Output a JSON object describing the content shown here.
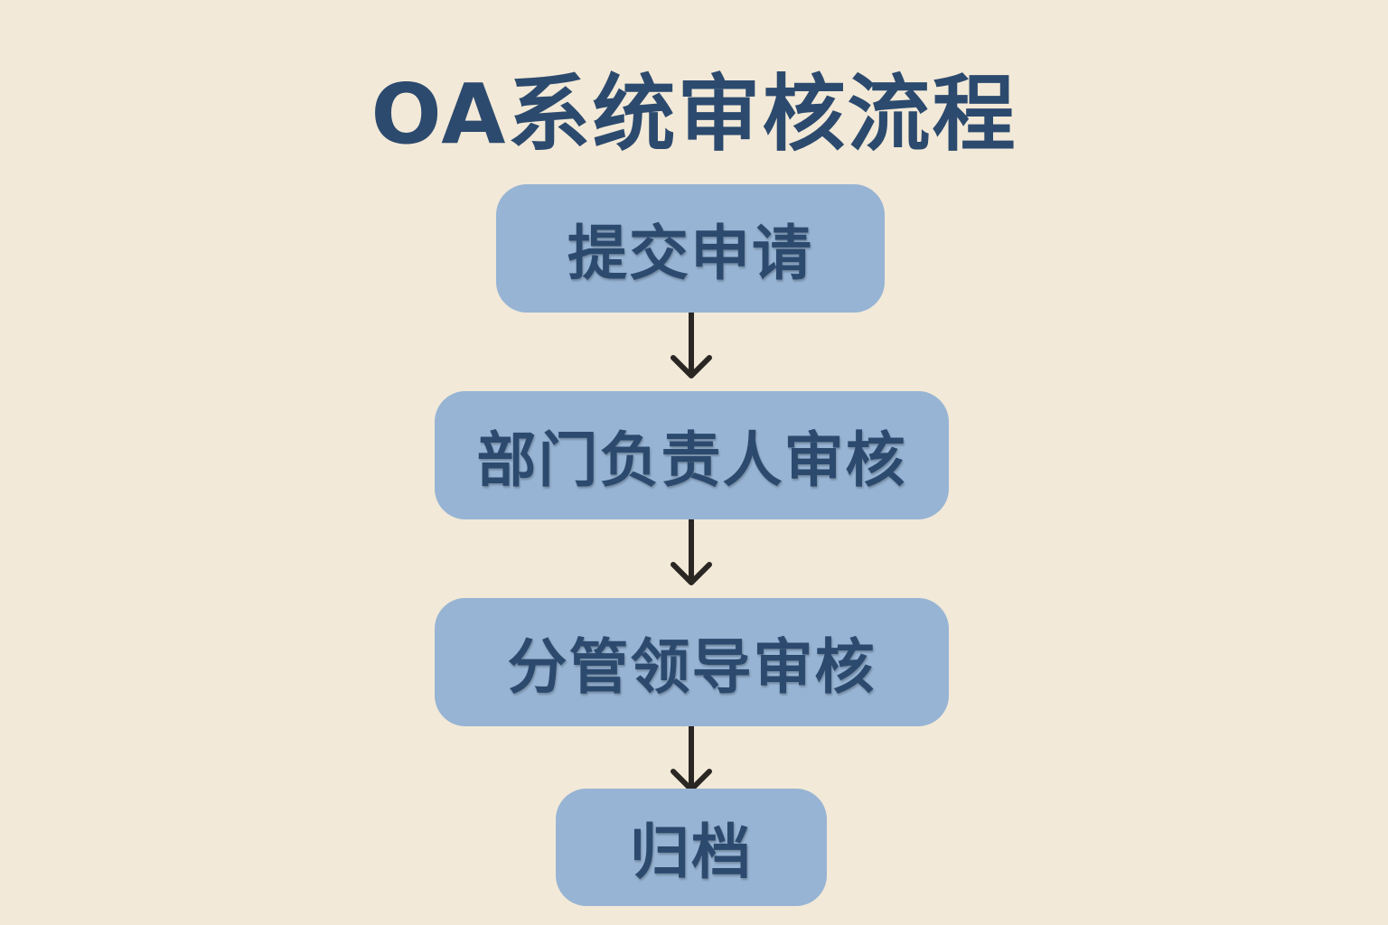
{
  "title": "OA系统审核流程",
  "steps": [
    {
      "label": "提交申请"
    },
    {
      "label": "部门负责人审核"
    },
    {
      "label": "分管领导审核"
    },
    {
      "label": "归档"
    }
  ],
  "colors": {
    "background": "#f2e9d8",
    "box": "#97b4d4",
    "text": "#2c4a6e",
    "arrow": "#2a2623"
  }
}
